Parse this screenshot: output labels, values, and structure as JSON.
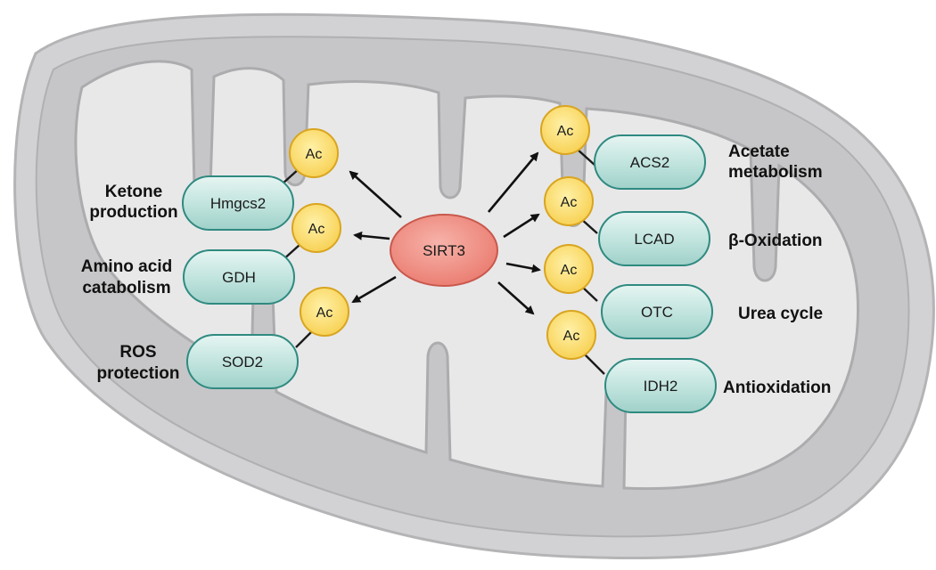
{
  "center": {
    "label": "SIRT3"
  },
  "ac_label": "Ac",
  "left_proteins": [
    {
      "name": "Hmgcs2",
      "process_line1": "Ketone",
      "process_line2": "production"
    },
    {
      "name": "GDH",
      "process_line1": "Amino acid",
      "process_line2": "catabolism"
    },
    {
      "name": "SOD2",
      "process_line1": "ROS",
      "process_line2": "protection"
    }
  ],
  "right_proteins": [
    {
      "name": "ACS2",
      "process_line1": "Acetate",
      "process_line2": "metabolism"
    },
    {
      "name": "LCAD",
      "process_line1": "β-Oxidation",
      "process_line2": ""
    },
    {
      "name": "OTC",
      "process_line1": "Urea cycle",
      "process_line2": ""
    },
    {
      "name": "IDH2",
      "process_line1": "Antioxidation",
      "process_line2": ""
    }
  ],
  "colors": {
    "mito_outer": "#cbcbcd",
    "mito_inner": "#e7e7e8",
    "membrane_stroke": "#a9a9ab",
    "protein_fill": "#bfe3dd",
    "protein_stroke": "#2f8a80",
    "ac_fill": "#fbd96a",
    "ac_stroke": "#d9a520",
    "sirt3_fill": "#f08a7f",
    "sirt3_stroke": "#cc5448"
  }
}
